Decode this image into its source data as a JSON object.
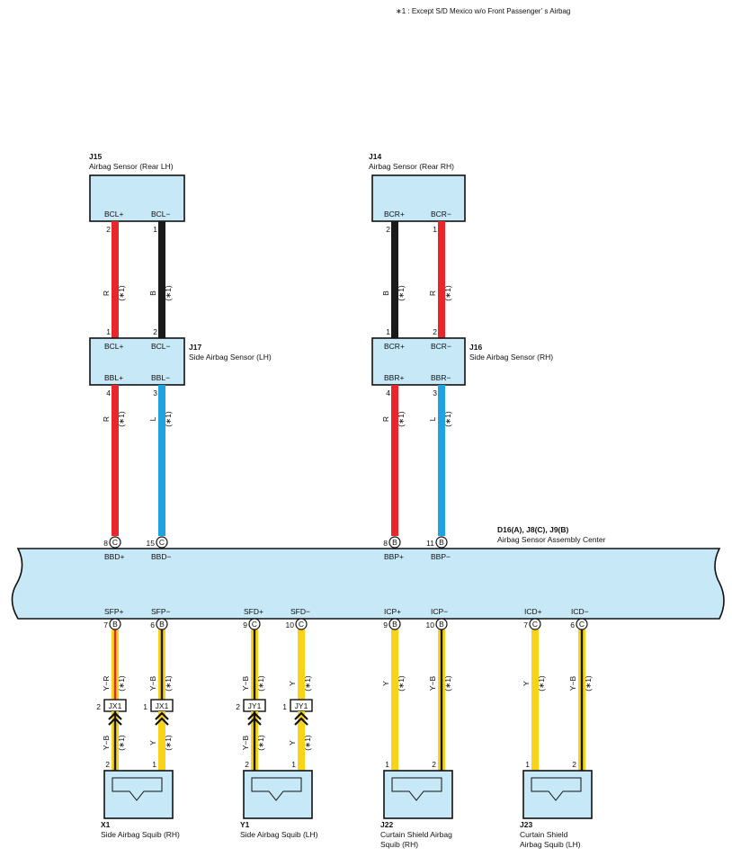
{
  "note": "∗1 : Except S/D Mexico w/o Front Passenger’ s Airbag",
  "star_note": "(∗1)",
  "colors": {
    "red": "#e8262c",
    "black": "#1a1a1a",
    "blue": "#1fa3e0",
    "yellow": "#f7d41a",
    "box_fill": "#c6e8f7"
  },
  "components": {
    "j15": {
      "code": "J15",
      "name": "Airbag Sensor (Rear LH)",
      "pin_a": "BCL+",
      "pin_b": "BCL−"
    },
    "j14": {
      "code": "J14",
      "name": "Airbag Sensor (Rear RH)",
      "pin_a": "BCR+",
      "pin_b": "BCR−"
    },
    "j17": {
      "code": "J17",
      "name": "Side Airbag Sensor (LH)",
      "top_a": "BCL+",
      "top_b": "BCL−",
      "bot_a": "BBL+",
      "bot_b": "BBL−"
    },
    "j16": {
      "code": "J16",
      "name": "Side Airbag Sensor (RH)",
      "top_a": "BCR+",
      "top_b": "BCR−",
      "bot_a": "BBR+",
      "bot_b": "BBR−"
    },
    "center": {
      "code": "D16(A), J8(C), J9(B)",
      "name": "Airbag Sensor Assembly Center"
    },
    "x1": {
      "code": "X1",
      "name": "Side Airbag Squib (RH)"
    },
    "y1": {
      "code": "Y1",
      "name": "Side Airbag Squib (LH)"
    },
    "j22": {
      "code": "J22",
      "name_1": "Curtain Shield Airbag",
      "name_2": "Squib (RH)"
    },
    "j23": {
      "code": "J23",
      "name_1": "Curtain Shield",
      "name_2": "Airbag Squib (LH)"
    }
  },
  "wires": {
    "w_j15_r": {
      "color": "R",
      "top_pin": "2",
      "bot_pin": "1"
    },
    "w_j15_b": {
      "color": "B",
      "top_pin": "1",
      "bot_pin": "2"
    },
    "w_j14_b": {
      "color": "B",
      "top_pin": "2",
      "bot_pin": "1"
    },
    "w_j14_r": {
      "color": "R",
      "top_pin": "1",
      "bot_pin": "2"
    },
    "w_j17_r": {
      "color": "R",
      "top_pin": "4",
      "bot_pin": "8",
      "conn": "C"
    },
    "w_j17_l": {
      "color": "L",
      "top_pin": "3",
      "bot_pin": "15",
      "conn": "C"
    },
    "w_j16_r": {
      "color": "R",
      "top_pin": "4",
      "bot_pin": "8",
      "conn": "B"
    },
    "w_j16_l": {
      "color": "L",
      "top_pin": "3",
      "bot_pin": "11",
      "conn": "B"
    }
  },
  "center_top_pins": [
    "BBD+",
    "BBD−",
    "BBP+",
    "BBP−"
  ],
  "bottom_wires": [
    {
      "label": "SFP+",
      "pin": "7",
      "conn": "B",
      "upper_color": "Y−R",
      "jc": "JX1",
      "jc_pin": "2",
      "lower_color": "Y−B",
      "squib_pin": "2"
    },
    {
      "label": "SFP−",
      "pin": "6",
      "conn": "B",
      "upper_color": "Y−B",
      "jc": "JX1",
      "jc_pin": "1",
      "lower_color": "Y",
      "squib_pin": "1"
    },
    {
      "label": "SFD+",
      "pin": "9",
      "conn": "C",
      "upper_color": "Y−B",
      "jc": "JY1",
      "jc_pin": "2",
      "lower_color": "Y−B",
      "squib_pin": "2"
    },
    {
      "label": "SFD−",
      "pin": "10",
      "conn": "C",
      "upper_color": "Y",
      "jc": "JY1",
      "jc_pin": "1",
      "lower_color": "Y",
      "squib_pin": "1"
    },
    {
      "label": "ICP+",
      "pin": "9",
      "conn": "B",
      "upper_color": "Y",
      "squib_pin": "1"
    },
    {
      "label": "ICP−",
      "pin": "10",
      "conn": "B",
      "upper_color": "Y−B",
      "squib_pin": "2"
    },
    {
      "label": "ICD+",
      "pin": "7",
      "conn": "C",
      "upper_color": "Y",
      "squib_pin": "1"
    },
    {
      "label": "ICD−",
      "pin": "6",
      "conn": "C",
      "upper_color": "Y−B",
      "squib_pin": "2"
    }
  ]
}
